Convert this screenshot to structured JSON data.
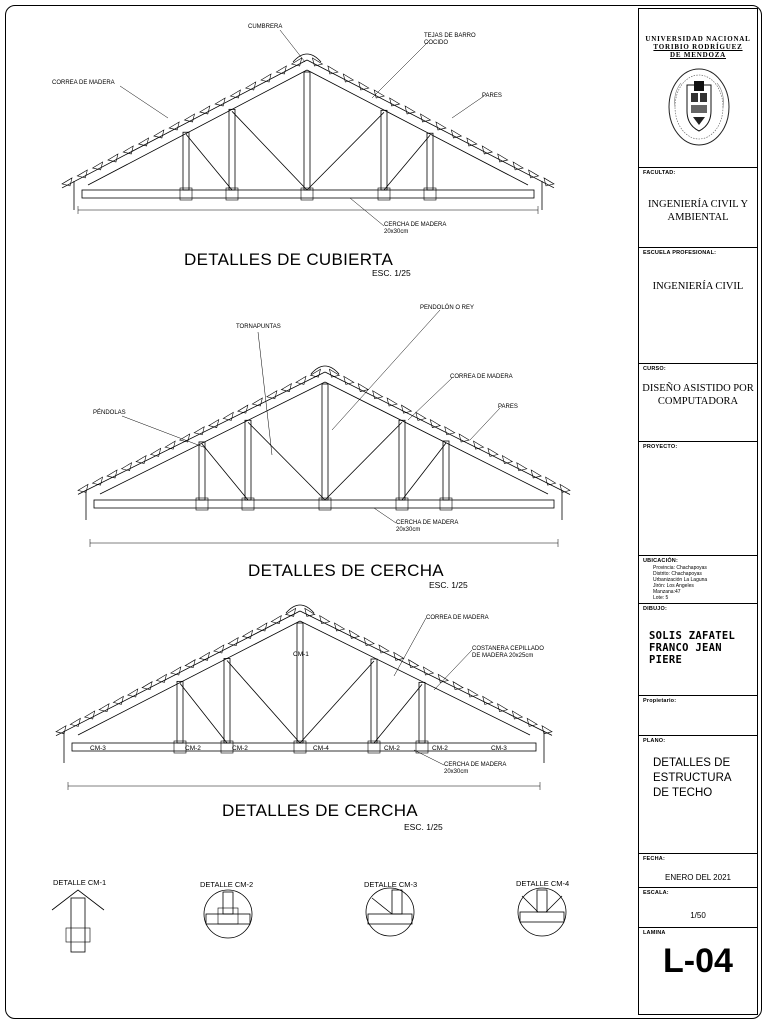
{
  "titles": {
    "cubierta": "DETALLES DE CUBIERTA",
    "cubierta_scale": "ESC. 1/25",
    "cercha1": "DETALLES DE CERCHA",
    "cercha1_scale": "ESC. 1/25",
    "cercha2": "DETALLES DE CERCHA",
    "cercha2_scale": "ESC. 1/25"
  },
  "notes": {
    "cumbrera": "CUMBRERA",
    "tejas_line1": "TEJAS DE BARRO",
    "tejas_line2": "COCIDO",
    "correa1": "CORREA DE MADERA",
    "pares1": "PARES",
    "cercha1_line1": "CERCHA DE MADERA",
    "cercha1_line2": "20x30cm",
    "pendolon": "PENDOLÓN O REY",
    "tornapuntas": "TORNAPUNTAS",
    "correa2": "CORREA DE MADERA",
    "pendolas": "PÉNDOLAS",
    "pares2": "PARES",
    "cercha2_line1": "CERCHA DE MADERA",
    "cercha2_line2": "20x30cm",
    "correa3": "CORREA DE MADERA",
    "costanera_line1": "COSTANERA CEPILLADO",
    "costanera_line2": "DE MADERA 20x25cm",
    "cercha3_line1": "CERCHA DE MADERA",
    "cercha3_line2": "20x30cm"
  },
  "connectors": {
    "cm1_top": "CM-1",
    "cm3_left": "CM-3",
    "cm2_a": "CM-2",
    "cm2_b": "CM-2",
    "cm4": "CM-4",
    "cm2_c": "CM-2",
    "cm2_d": "CM-2",
    "cm3_right": "CM-3"
  },
  "details": {
    "cm1": "DETALLE CM-1",
    "cm2": "DETALLE CM-2",
    "cm3": "DETALLE CM-3",
    "cm4": "DETALLE CM-4"
  },
  "title_block": {
    "university_line1": "UNIVERSIDAD NACIONAL",
    "university_line2": "TORIBIO RODRÍGUEZ",
    "university_line3": "DE MENDOZA",
    "facultad_label": "FACULTAD:",
    "facultad_line1": "INGENIERÍA CIVIL Y",
    "facultad_line2": "AMBIENTAL",
    "escuela_label": "ESCUELA PROFESIONAL:",
    "escuela": "INGENIERÍA CIVIL",
    "curso_label": "CURSO:",
    "curso_line1": "DISEÑO ASISTIDO POR",
    "curso_line2": "COMPUTADORA",
    "proyecto_label": "PROYECTO:",
    "ubicacion_label": "UBICACIÓN:",
    "ubicacion_lines": [
      "Provincia: Chachapoyas",
      "Distrito: Chachapoyas",
      "Urbanización La Laguna",
      "Jirón: Los Angeles",
      "Manzana:47",
      "Lote: 5"
    ],
    "dibujo_label": "DIBUJO:",
    "dibujo_line1": "SOLIS ZAFATEL",
    "dibujo_line2": "FRANCO JEAN PIERE",
    "propietario_label": "Propietario:",
    "plano_label": "PLANO:",
    "plano_line1": "DETALLES DE",
    "plano_line2": "ESTRUCTURA",
    "plano_line3": "DE TECHO",
    "fecha_label": "FECHA:",
    "fecha": "ENERO DEL 2021",
    "escala_label": "ESCALA:",
    "escala": "1/50",
    "lamina_label": "LAMINA",
    "lamina": "L-04"
  }
}
